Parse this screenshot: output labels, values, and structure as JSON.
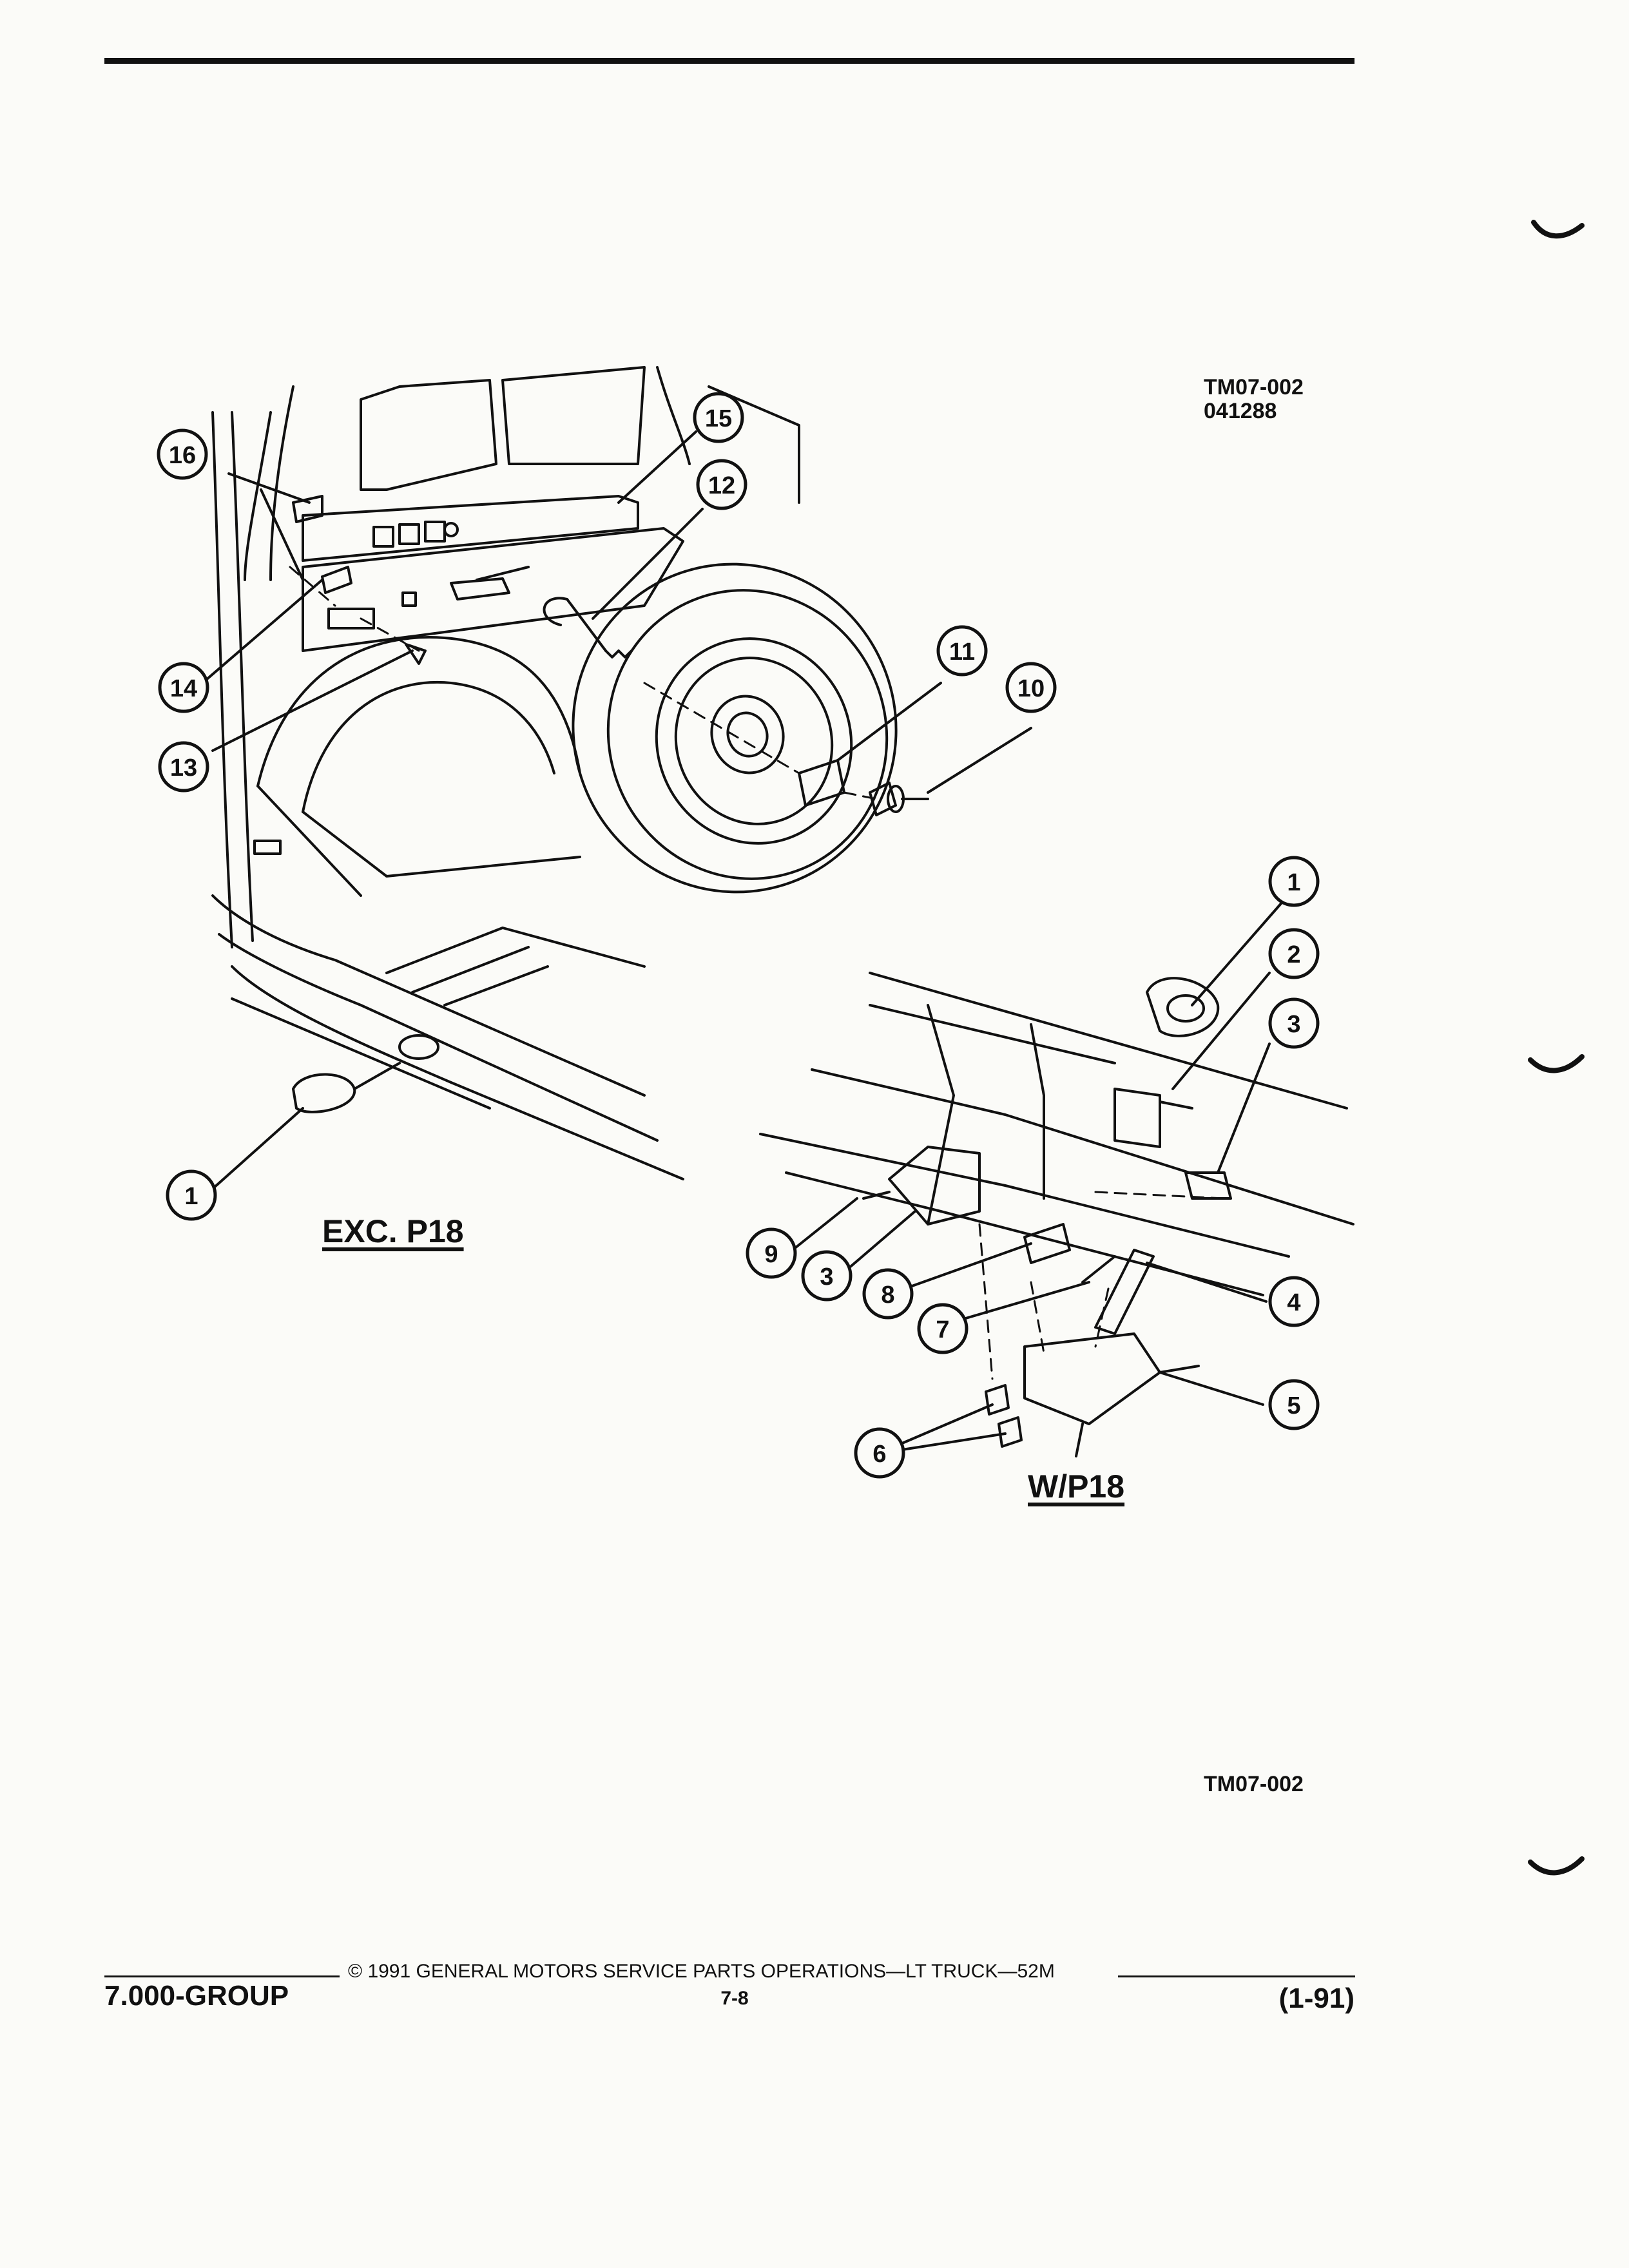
{
  "header": {
    "figure_ref": "TM07-002",
    "figure_date": "041288"
  },
  "figure": {
    "variant_left": "EXC. P18",
    "variant_right": "W/P18",
    "figure_ref_bottom": "TM07-002",
    "callouts": [
      "16",
      "15",
      "12",
      "14",
      "13",
      "11",
      "10",
      "1",
      "1",
      "2",
      "3",
      "9",
      "3",
      "8",
      "4",
      "7",
      "5",
      "6"
    ]
  },
  "footer": {
    "group": "7.000-GROUP",
    "copyright": "© 1991 GENERAL MOTORS SERVICE PARTS OPERATIONS—LT TRUCK—52M",
    "page": "7-8",
    "date": "(1-91)"
  }
}
